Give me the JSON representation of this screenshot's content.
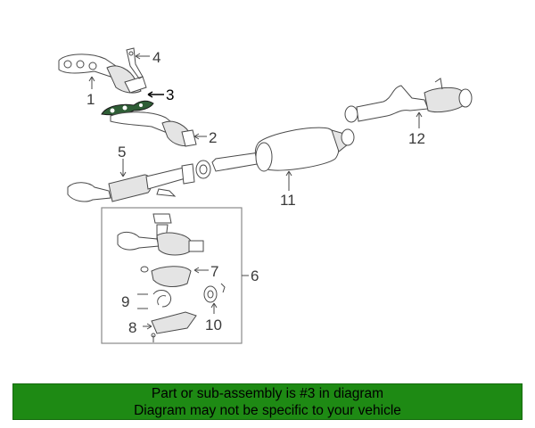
{
  "callouts": [
    "1",
    "2",
    "3",
    "4",
    "5",
    "6",
    "7",
    "8",
    "9",
    "10",
    "11",
    "12"
  ],
  "highlighted_part": "3",
  "colors": {
    "banner_background": "#1e8a14",
    "banner_text": "#000000",
    "highlight_part_fill": "#2f5e36",
    "line": "#4a4a4a"
  },
  "banner": {
    "line1": "Part or sub-assembly is #3 in diagram",
    "line2": "Diagram may not be specific to your vehicle"
  }
}
